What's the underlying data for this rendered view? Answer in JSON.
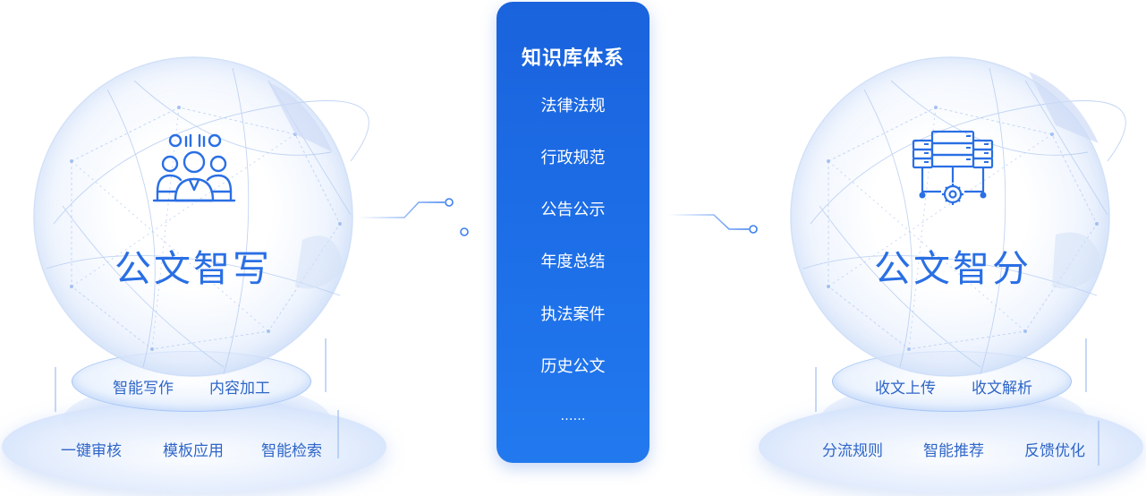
{
  "left_module": {
    "title": "公文智写",
    "icon": "team-users-icon",
    "features_top": [
      "智能写作",
      "内容加工"
    ],
    "features_bottom": [
      "一键审核",
      "模板应用",
      "智能检索"
    ]
  },
  "knowledge_base": {
    "title": "知识库体系",
    "items": [
      "法律法规",
      "行政规范",
      "公告公示",
      "年度总结",
      "执法案件",
      "历史公文",
      "……"
    ]
  },
  "right_module": {
    "title": "公文智分",
    "icon": "server-gear-icon",
    "features_top": [
      "收文上传",
      "收文解析"
    ],
    "features_bottom": [
      "分流规则",
      "智能推荐",
      "反馈优化"
    ]
  },
  "colors": {
    "primary_blue": "#2a6fe4",
    "panel_blue": "#1d6fe8",
    "feature_text": "#2f66c8",
    "sphere_tint": "#dce8fb"
  }
}
